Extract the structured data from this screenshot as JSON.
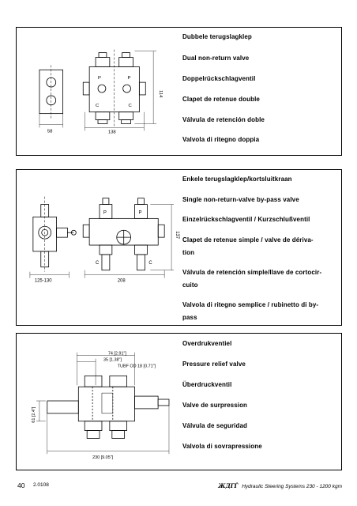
{
  "panels": [
    {
      "labels": [
        "Dubbele terugslagklep",
        "Dual non-return valve",
        "Doppelrückschlagventil",
        "Clapet de retenue double",
        "Válvula de retención doble",
        "Valvola di ritegno doppia"
      ],
      "dimensions": {
        "width_small": "58",
        "width_main": "138",
        "height": "114"
      },
      "ports": {
        "p1": "P",
        "p2": "P",
        "c1": "C",
        "c2": "C"
      }
    },
    {
      "labels": [
        "Enkele terugslagklep/kortsluitkraan",
        "Single non-return-valve by-pass valve",
        "Einzelrückschlagventil / Kurzschlußventil",
        "Clapet de retenue simple / valve de dériva-",
        "tion",
        "Válvula de retención simple/llave de cortocir-",
        "cuito",
        "Valvola di ritegno semplice / rubinetto di by-",
        "pass"
      ],
      "dimensions": {
        "width_small": "125-130",
        "width_main": "208",
        "height": "137"
      },
      "ports": {
        "p1": "P",
        "p2": "P",
        "c1": "C",
        "c2": "C"
      }
    },
    {
      "labels": [
        "Overdrukventiel",
        "Pressure relief valve",
        "Überdruckventil",
        "Valve de surpression",
        "Válvula de seguridad",
        "Valvola di sovrapressione"
      ],
      "dimensions": {
        "d1": "74 [2.91\"]",
        "d2": "35 [1.38\"]",
        "thread": "TUBF OD 18 [0.71\"]",
        "height": "61 [2.4\"]",
        "width": "230 [9.05\"]"
      }
    }
  ],
  "footer": {
    "page_number": "40",
    "doc_code": "2.0108",
    "brand": "ЖДГЃ",
    "title": "Hydraulic Steering Systems 230 - 1200 kgm"
  }
}
